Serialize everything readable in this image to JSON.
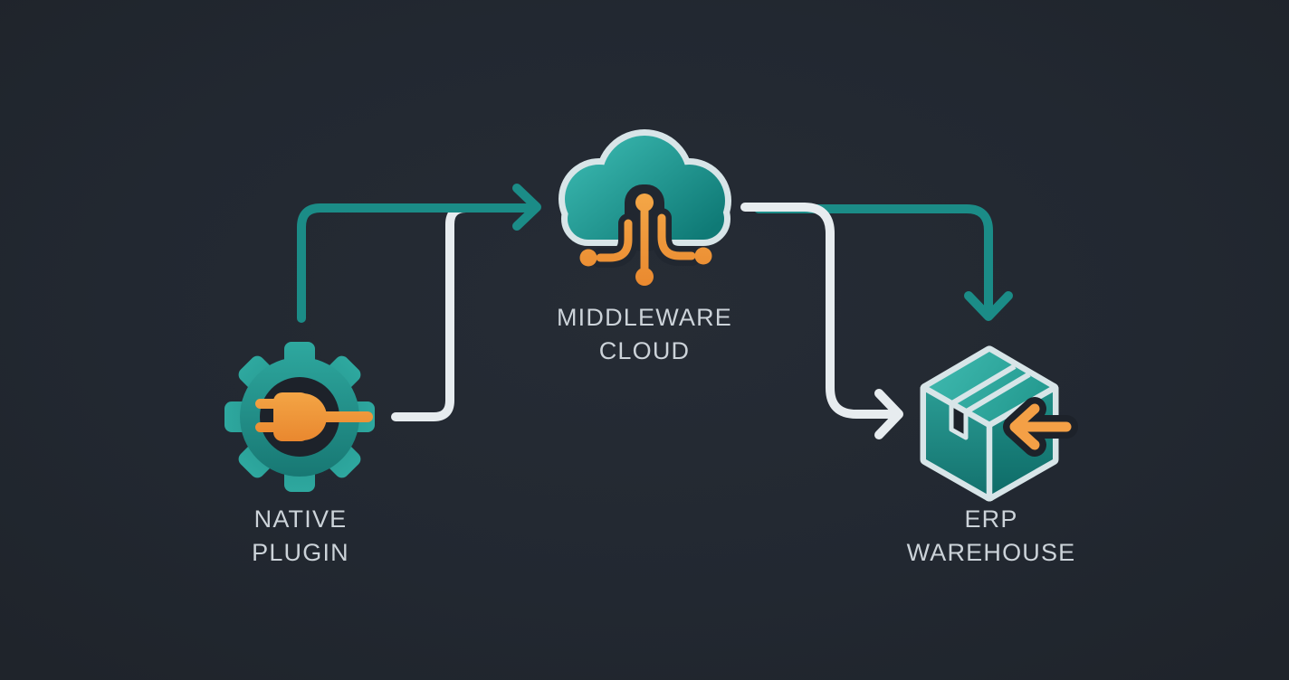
{
  "diagram": {
    "title": "",
    "background": "#222831",
    "colors": {
      "teal_line": "#1b8c87",
      "white_line": "#e7ecef",
      "orange_accent": "#f09a3c",
      "cloud_fill_top": "#35b2aa",
      "cloud_fill_bottom": "#107b77",
      "icon_outline": "#d8e5e8",
      "label_text": "#ccd3d9"
    },
    "nodes": [
      {
        "id": "native-plugin",
        "label": "NATIVE PLUGIN",
        "label_lines": [
          "NATIVE",
          "PLUGIN"
        ],
        "icon": "gear-plug-icon"
      },
      {
        "id": "middleware-cloud",
        "label": "MIDDLEWARE CLOUD",
        "label_lines": [
          "MIDDLEWARE",
          "CLOUD"
        ],
        "icon": "cloud-circuit-icon"
      },
      {
        "id": "erp-warehouse",
        "label": "ERP WAREHOUSE",
        "label_lines": [
          "ERP",
          "WAREHOUSE"
        ],
        "icon": "warehouse-box-icon"
      }
    ],
    "connections": [
      {
        "from": "native-plugin",
        "to": "middleware-cloud",
        "style": "teal",
        "arrowhead": "right"
      },
      {
        "from": "native-plugin",
        "to": "middleware-cloud",
        "style": "white",
        "arrowhead": "none"
      },
      {
        "from": "middleware-cloud",
        "to": "erp-warehouse",
        "style": "teal",
        "arrowhead": "down"
      },
      {
        "from": "middleware-cloud",
        "to": "erp-warehouse",
        "style": "white",
        "arrowhead": "right"
      }
    ]
  }
}
